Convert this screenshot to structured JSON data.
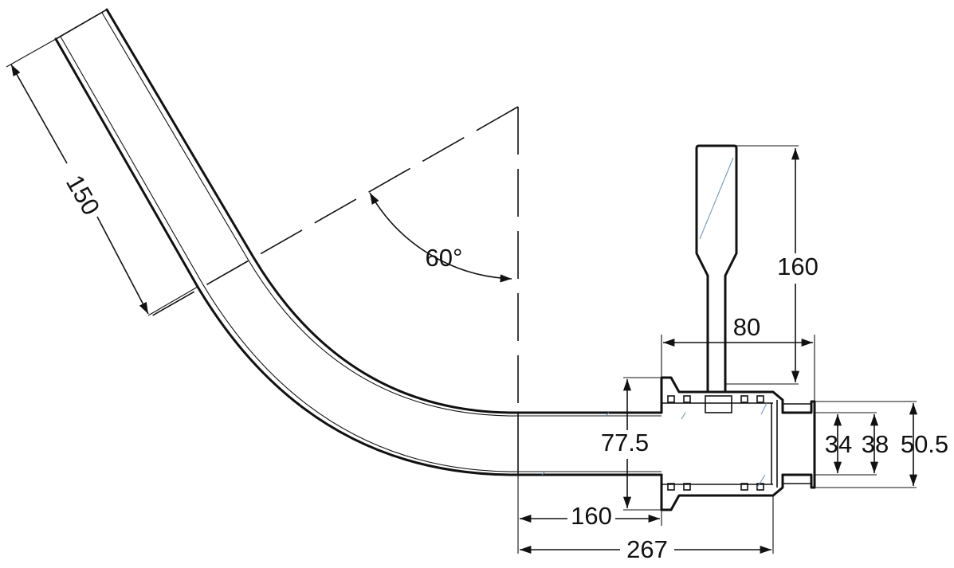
{
  "drawing": {
    "dimensions": {
      "arm_length": "150",
      "bend_angle": "60°",
      "handle_height": "160",
      "collar_width": "80",
      "socket_outer_diameter": "77.5",
      "socket_depth": "160",
      "overall_length": "267",
      "spigot_inner_diameter": "34",
      "spigot_mid_diameter": "38",
      "spigot_outer_diameter": "50.5"
    }
  }
}
